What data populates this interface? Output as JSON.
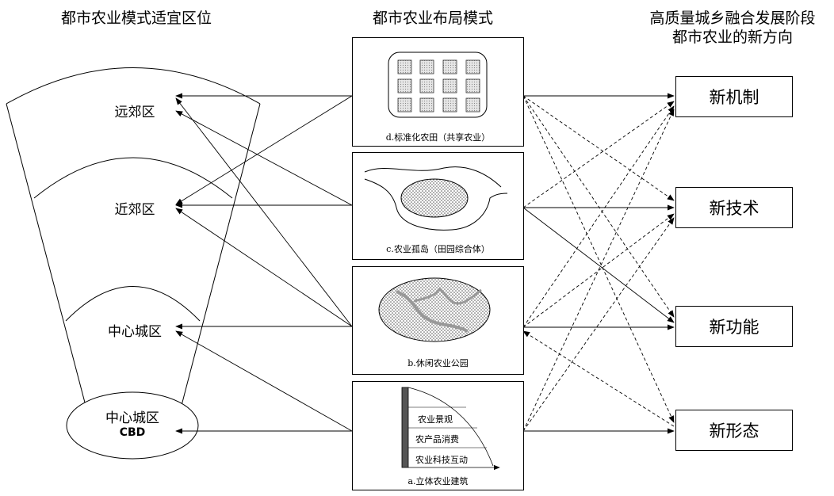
{
  "titles": {
    "left": "都市农业模式适宜区位",
    "middle": "都市农业布局模式",
    "right_line1": "高质量城乡融合发展阶段",
    "right_line2": "都市农业的新方向"
  },
  "zones": {
    "outer": "远郊区",
    "near": "近郊区",
    "center": "中心城区",
    "cbd_line1": "中心城区",
    "cbd_line2": "CBD"
  },
  "panels": {
    "d": "d.标准化农田（共享农业）",
    "c": "c.农业孤岛（田园综合体）",
    "b": "b.休闲农业公园",
    "a": "a.立体农业建筑"
  },
  "vertical_building": {
    "layer1": "农业景观",
    "layer2": "农产品消费",
    "layer3": "农业科技互动"
  },
  "directions": {
    "mechanism": "新机制",
    "technology": "新技术",
    "function": "新功能",
    "form": "新形态"
  }
}
